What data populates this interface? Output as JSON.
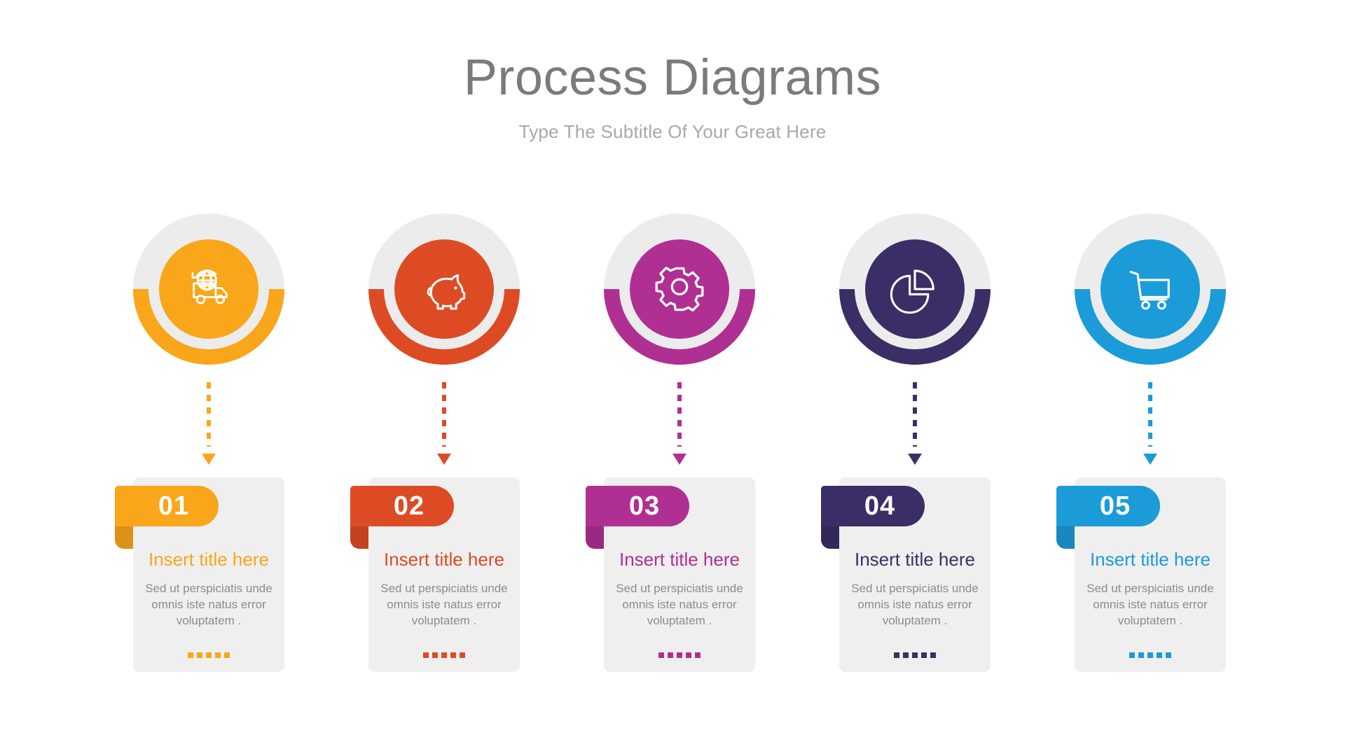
{
  "header": {
    "title": "Process Diagrams",
    "subtitle": "Type The Subtitle Of Your Great Here"
  },
  "colors": {
    "orange": "#F9A61A",
    "red": "#DD4B25",
    "magenta": "#B02F93",
    "purple": "#3B2E66",
    "blue": "#1B9BD8",
    "card_bg": "#EFEFEF",
    "circle_bg": "#ECECEC",
    "title_gray": "#7B7B7B",
    "subtitle_gray": "#A8A8A8",
    "body_gray": "#8C8C8C"
  },
  "steps": [
    {
      "number": "01",
      "icon": "delivery-truck-globe-icon",
      "color": "#F9A61A",
      "title": "Insert title here",
      "body": "Sed ut perspiciatis unde omnis iste natus error voluptatem .",
      "dot_count": 5
    },
    {
      "number": "02",
      "icon": "piggy-bank-icon",
      "color": "#DD4B25",
      "title": "Insert title here",
      "body": "Sed ut perspiciatis unde omnis iste natus error voluptatem .",
      "dot_count": 5
    },
    {
      "number": "03",
      "icon": "gear-icon",
      "color": "#B02F93",
      "title": "Insert title here",
      "body": "Sed ut perspiciatis unde omnis iste natus error voluptatem .",
      "dot_count": 5
    },
    {
      "number": "04",
      "icon": "pie-chart-icon",
      "color": "#3B2E66",
      "title": "Insert title here",
      "body": "Sed ut perspiciatis unde omnis iste natus error voluptatem .",
      "dot_count": 5
    },
    {
      "number": "05",
      "icon": "shopping-cart-icon",
      "color": "#1B9BD8",
      "title": "Insert title here",
      "body": "Sed ut perspiciatis unde omnis iste natus error voluptatem .",
      "dot_count": 5
    }
  ]
}
